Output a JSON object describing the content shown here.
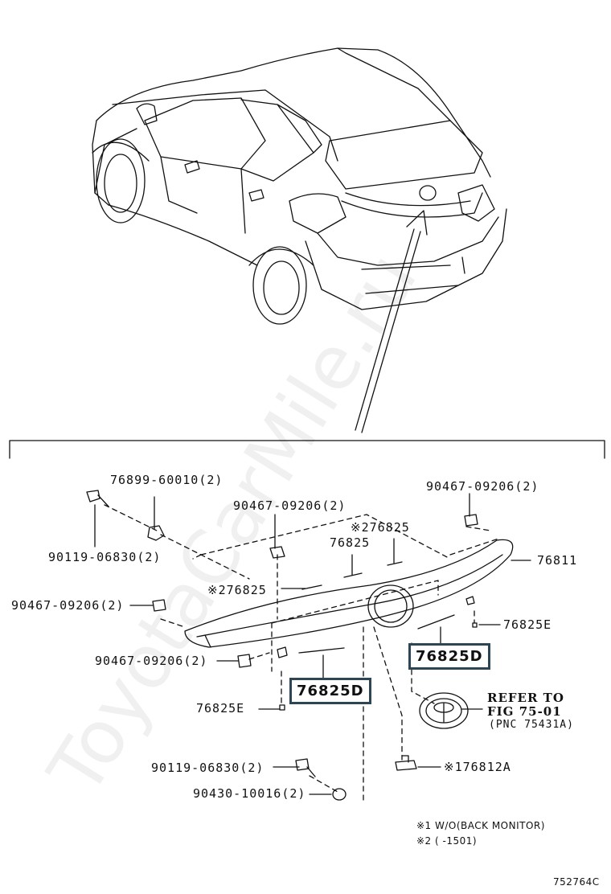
{
  "watermark": "ToyotaCarMile.ru",
  "labels": {
    "p76899": "76899-60010(2)",
    "p90467_tr": "90467-09206(2)",
    "p90467_mid": "90467-09206(2)",
    "p90119_top": "90119-06830(2)",
    "p76825_x2": "※276825",
    "p76825": "76825",
    "p76811": "76811",
    "p76825_x2b": "※276825",
    "p90467_left": "90467-09206(2)",
    "p76825E_right": "76825E",
    "p90467_low": "90467-09206(2)",
    "p76825D_right": "76825D",
    "p76825D_left": "76825D",
    "p76825E_left": "76825E",
    "refer": "REFER TO",
    "fig": "FIG 75-01",
    "pnc": "(PNC 75431A)",
    "p90119_bot": "90119-06830(2)",
    "p76812A": "※176812A",
    "p90430": "90430-10016(2)",
    "note1": "※1 W/O(BACK MONITOR)",
    "note2": "※2 (      -1501)",
    "code": "752764C"
  }
}
